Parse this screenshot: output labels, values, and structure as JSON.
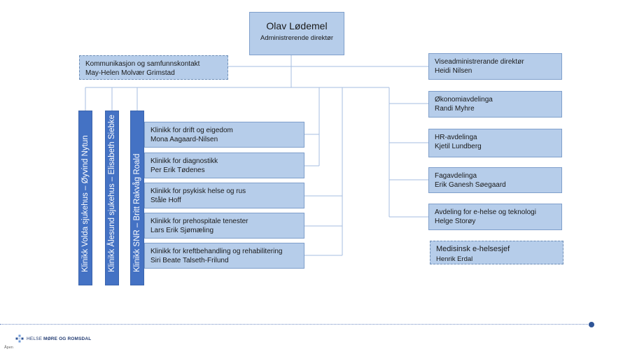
{
  "ceo": {
    "name": "Olav Lødemel",
    "title": "Administrerende direktør"
  },
  "staff_left": {
    "title": "Kommunikasjon og samfunnskontakt",
    "name": "May-Helen Molvær Grimstad"
  },
  "right_units": [
    {
      "title": "Viseadministrerande direktør",
      "name": "Heidi Nilsen"
    },
    {
      "title": "Økonomiavdelinga",
      "name": "Randi Myhre"
    },
    {
      "title": "HR-avdelinga",
      "name": "Kjetil Lundberg"
    },
    {
      "title": "Fagavdelinga",
      "name": "Erik Ganesh Søegaard"
    },
    {
      "title": "Avdeling for e-helse og teknologi",
      "name": "Helge Storøy"
    }
  ],
  "sub_unit": {
    "title": "Medisinsk e-helsesjef",
    "name": "Henrik Erdal"
  },
  "location_clinics": [
    "Klinikk Volda sjukehus – Øyvind Nytun",
    "Klinikk Ålesund sjukehus – Elisabeth Siebke",
    "Klinikk SNR – Britt Rakvåg Roald"
  ],
  "clinics": [
    {
      "title": "Klinikk for drift og eigedom",
      "name": "Mona Aagaard-Nilsen"
    },
    {
      "title": "Klinikk for diagnostikk",
      "name": "Per Erik Tødenes"
    },
    {
      "title": "Klinikk for psykisk helse og rus",
      "name": "Ståle Hoff"
    },
    {
      "title": "Klinikk for prehospitale tenester",
      "name": "Lars Erik Sjømæling"
    },
    {
      "title": "Klinikk for kreftbehandling og rehabilitering",
      "name": "Siri Beate Talseth-Frilund"
    }
  ],
  "footer": {
    "logo_part1": "HELSE ",
    "logo_part2": "MØRE OG ROMSDAL",
    "classification": "Åpen"
  },
  "colors": {
    "box_fill": "#b6cdea",
    "box_border": "#7f9fcb",
    "bar_fill": "#4472c4",
    "connector": "#a6bde0",
    "brand": "#2f5597"
  }
}
